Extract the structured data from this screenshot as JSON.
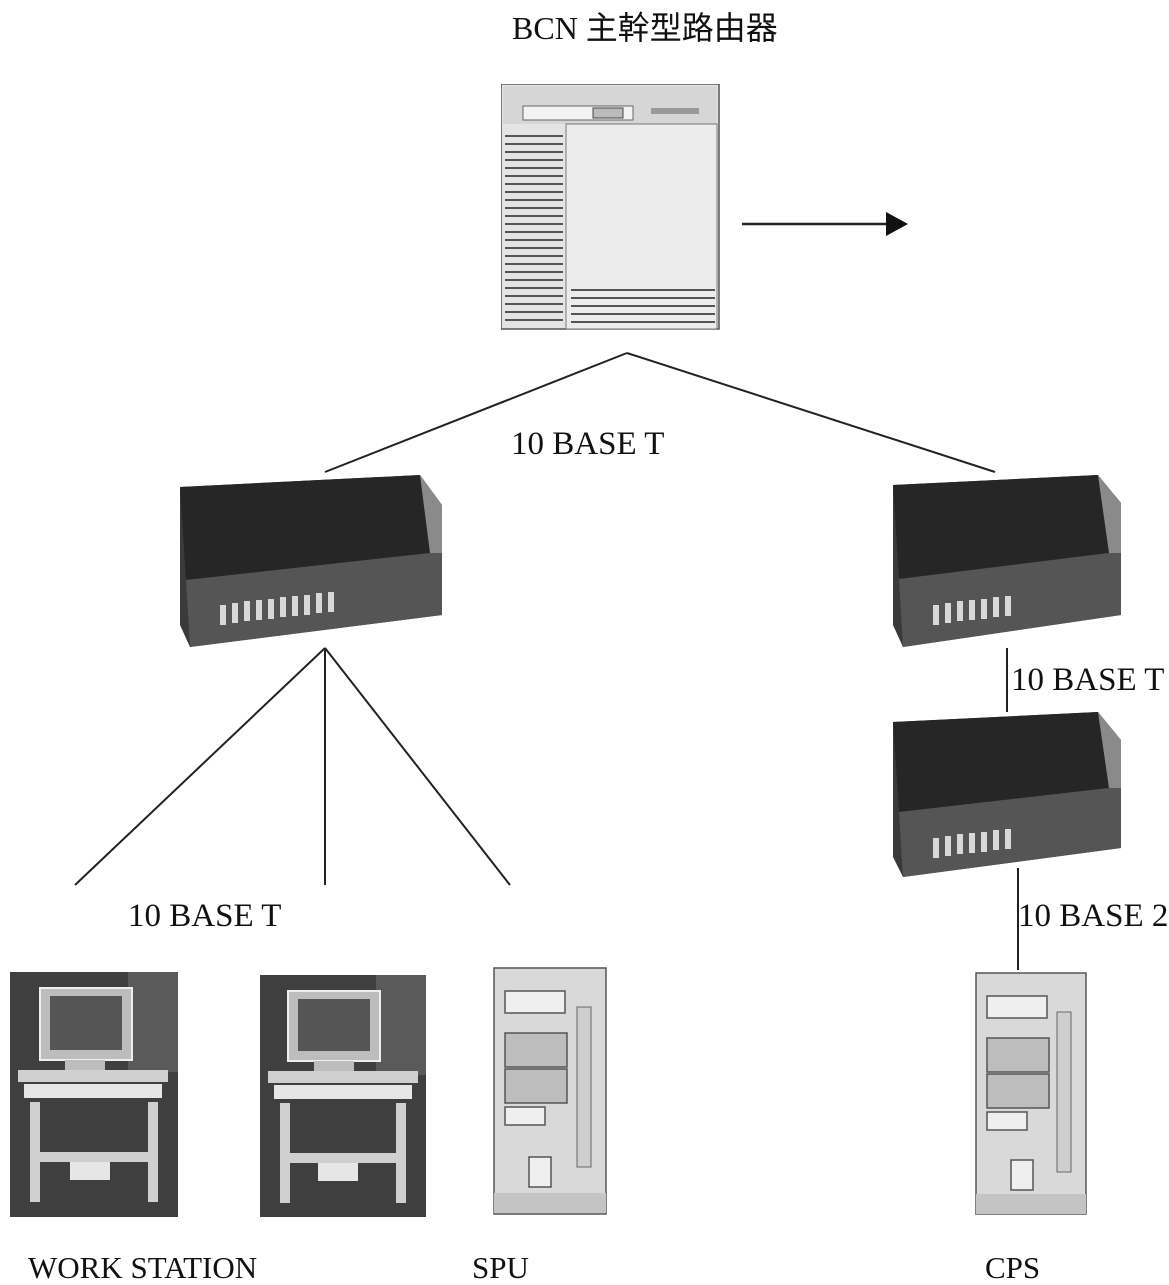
{
  "diagram": {
    "title": "BCN 主幹型路由器",
    "links": {
      "router_to_hubs": "10 BASE T",
      "hub_to_workstations": "10 BASE T",
      "hub_right_to_hub_lower": "10 BASE T",
      "hub_lower_to_cps": "10 BASE 2"
    },
    "nodes": {
      "workstations": "WORK STATION",
      "spu": "SPU",
      "cps": "CPS"
    }
  }
}
